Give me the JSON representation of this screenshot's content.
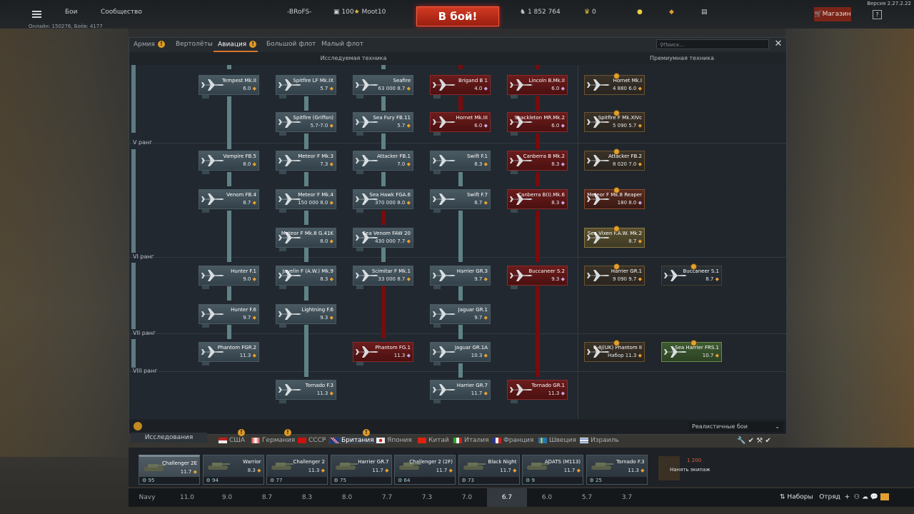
{
  "app": {
    "version": "Версия 2.27.2.22",
    "online": "Онлайн: 150276, Боёв: 4177"
  },
  "topbar": {
    "battles": "Бои",
    "community": "Сообщество",
    "player": "-BRoFS-",
    "gold_count": "100",
    "squadmate": "Moot10",
    "battle_button": "В бой!",
    "silver_lions": "1 852 764",
    "golden_eagles": "0",
    "shop": "Магазин",
    "help": "?"
  },
  "window": {
    "tabs": [
      {
        "label": "Армия",
        "warn": true
      },
      {
        "label": "Вертолёты",
        "warn": false
      },
      {
        "label": "Авиация",
        "warn": true,
        "active": true
      },
      {
        "label": "Большой флот",
        "warn": false
      },
      {
        "label": "Малый флот",
        "warn": false
      }
    ],
    "search_placeholder": "Поиск...",
    "researchable_header": "Исследуемая техника",
    "premium_header": "Премиумная техника",
    "mode": "Реалистичные бои"
  },
  "ranks": [
    "V ранг",
    "VI ранг",
    "VII ранг",
    "VIII ранг"
  ],
  "cards": [
    {
      "name": "Tempest Mk.II",
      "info": "6.0",
      "style": "normal"
    },
    {
      "name": "Spitfire LF Mk.IX",
      "info": "5.7",
      "style": "normal"
    },
    {
      "name": "Seafire",
      "info": "63 000 8.7",
      "style": "normal"
    },
    {
      "name": "Brigand B 1",
      "info": "4.0",
      "style": "red"
    },
    {
      "name": "Lincoln B.Mk.II",
      "info": "6.0",
      "style": "red"
    },
    {
      "name": "Hornet Mk.I",
      "info": "4 880 6.0",
      "style": "prem"
    },
    {
      "name": "Spitfire (Griffon)",
      "info": "5.7-7.0",
      "style": "normal"
    },
    {
      "name": "Sea Fury FB.11",
      "info": "5.7",
      "style": "normal"
    },
    {
      "name": "Hornet Mk.III",
      "info": "6.0",
      "style": "red"
    },
    {
      "name": "Shackleton MR.Mk.2",
      "info": "6.0",
      "style": "red"
    },
    {
      "name": "Spitfire F Mk.XIVc",
      "info": "5 090 5.7",
      "style": "prem"
    },
    {
      "name": "Vampire FB.5",
      "info": "8.0",
      "style": "normal"
    },
    {
      "name": "Meteor F Mk.3",
      "info": "7.3",
      "style": "normal"
    },
    {
      "name": "Attacker FB.1",
      "info": "7.0",
      "style": "normal"
    },
    {
      "name": "Swift F.1",
      "info": "8.3",
      "style": "normal"
    },
    {
      "name": "Canberra B Mk.2",
      "info": "8.3",
      "style": "red"
    },
    {
      "name": "Attacker FB.2",
      "info": "8 020 7.0",
      "style": "prem"
    },
    {
      "name": "Venom FB.4",
      "info": "8.7",
      "style": "normal"
    },
    {
      "name": "Meteor F Mk.4",
      "info": "150 000 8.0",
      "style": "normal"
    },
    {
      "name": "Sea Hawk FGA.6",
      "info": "370 000 8.0",
      "style": "normal"
    },
    {
      "name": "Swift F.7",
      "info": "8.7",
      "style": "normal"
    },
    {
      "name": "Canberra B(I).Mk.6",
      "info": "8.3",
      "style": "red"
    },
    {
      "name": "Meteor F Mk.8 Reaper",
      "info": "180 8.0",
      "style": "prem-red"
    },
    {
      "name": "Meteor F Mk.8 G.41K",
      "info": "8.0",
      "style": "normal"
    },
    {
      "name": "Sea Venom FAW 20",
      "info": "430 000 7.7",
      "style": "normal"
    },
    {
      "name": "Sea Vixen F.A.W. Mk.2",
      "info": "8.7",
      "style": "prem-olive"
    },
    {
      "name": "Hunter F.1",
      "info": "9.0",
      "style": "normal"
    },
    {
      "name": "Javelin F (A.W.) Mk.9",
      "info": "8.3",
      "style": "normal"
    },
    {
      "name": "Scimitar F Mk.1",
      "info": "33 000 8.7",
      "style": "normal"
    },
    {
      "name": "Harrier GR.3",
      "info": "9.7",
      "style": "normal"
    },
    {
      "name": "Buccaneer S.2",
      "info": "9.3",
      "style": "red"
    },
    {
      "name": "Harrier GR.1",
      "info": "9 090 9.7",
      "style": "prem"
    },
    {
      "name": "Buccaneer S.1",
      "info": "8.7",
      "style": "dark"
    },
    {
      "name": "Hunter F.6",
      "info": "9.7",
      "style": "normal"
    },
    {
      "name": "Lightning F.6",
      "info": "9.3",
      "style": "normal"
    },
    {
      "name": "Jaguar GR.1",
      "info": "9.7",
      "style": "normal"
    },
    {
      "name": "Phantom FGR.2",
      "info": "11.3",
      "style": "normal"
    },
    {
      "name": "Phantom FG.1",
      "info": "11.3",
      "style": "red"
    },
    {
      "name": "Jaguar GR.1A",
      "info": "10.3",
      "style": "normal"
    },
    {
      "name": "F-4J(UK) Phantom II",
      "info": "Набор 11.3",
      "style": "prem"
    },
    {
      "name": "Sea Harrier FRS.1",
      "info": "10.7",
      "style": "prem-green"
    },
    {
      "name": "Tornado F.3",
      "info": "11.3",
      "style": "normal"
    },
    {
      "name": "Harrier GR.7",
      "info": "11.7",
      "style": "normal"
    },
    {
      "name": "Tornado GR.1",
      "info": "11.3",
      "style": "red"
    }
  ],
  "nations": [
    {
      "label": "США",
      "warn": true
    },
    {
      "label": "Германия",
      "warn": true
    },
    {
      "label": "СССР",
      "warn": false
    },
    {
      "label": "Британия",
      "warn": true,
      "active": true
    },
    {
      "label": "Япония",
      "warn": false
    },
    {
      "label": "Китай",
      "warn": false
    },
    {
      "label": "Италия",
      "warn": false
    },
    {
      "label": "Франция",
      "warn": false
    },
    {
      "label": "Швеция",
      "warn": false
    },
    {
      "label": "Израиль",
      "warn": false
    }
  ],
  "research_button": "Исследования",
  "crew": [
    {
      "name": "Challenger 2E",
      "br": "11.7",
      "bottom": "95"
    },
    {
      "name": "Warrior",
      "br": "8.3",
      "bottom": "94"
    },
    {
      "name": "Challenger 2",
      "br": "11.3",
      "bottom": "77"
    },
    {
      "name": "Harrier GR.7",
      "br": "11.7",
      "bottom": "75"
    },
    {
      "name": "Challenger 2 (2F)",
      "br": "11.7",
      "bottom": "64"
    },
    {
      "name": "Black Night",
      "br": "11.7",
      "bottom": "73"
    },
    {
      "name": "ADATS (M113)",
      "br": "11.7",
      "bottom": "9"
    },
    {
      "name": "Tornado F.3",
      "br": "11.3",
      "bottom": "25"
    }
  ],
  "buy_crew": {
    "price": "1 200",
    "label": "Нанять экипаж"
  },
  "br_bar": {
    "mode": "Navy",
    "values": [
      "11.0",
      "9.0",
      "8.7",
      "8.3",
      "8.0",
      "7.7",
      "7.3",
      "7.0",
      "6.7",
      "6.0",
      "5.7",
      "3.7"
    ],
    "active": "6.7",
    "presets": "Наборы",
    "squad": "Отряд"
  }
}
